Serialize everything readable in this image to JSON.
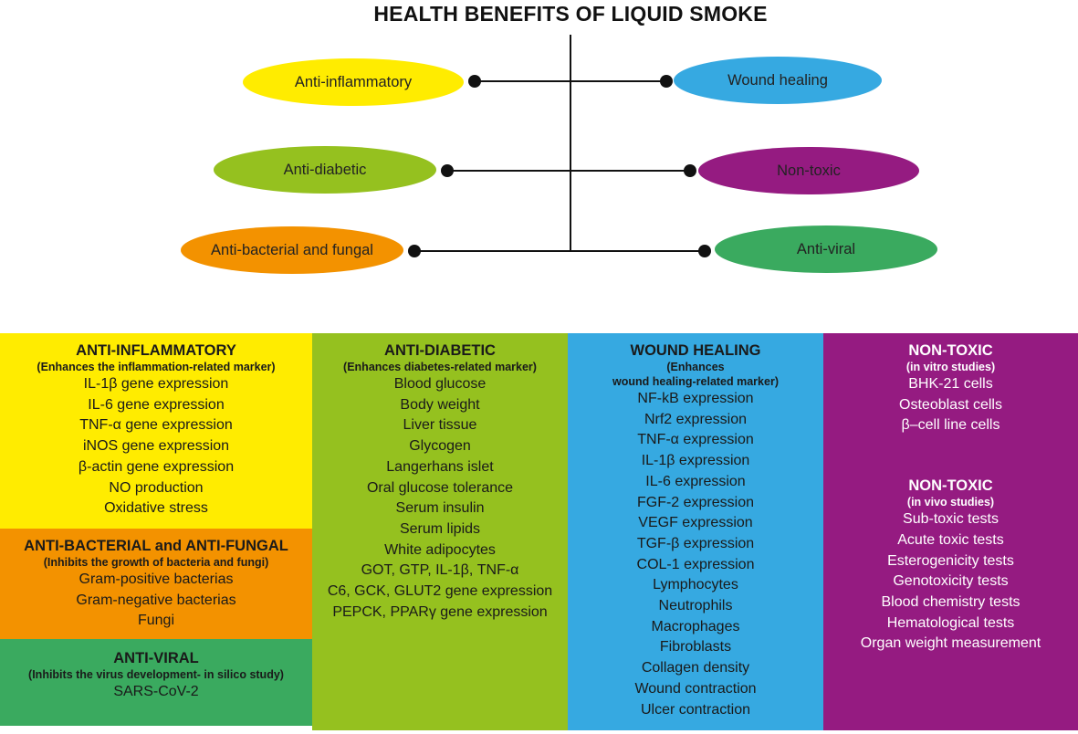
{
  "title": "HEALTH BENEFITS OF LIQUID SMOKE",
  "colors": {
    "yellow": "#ffec00",
    "lime": "#95c11f",
    "orange": "#f39200",
    "blue": "#36a9e1",
    "purple": "#951b81",
    "green": "#3aaa5f"
  },
  "ovals": {
    "anti_inflammatory": "Anti-inflammatory",
    "anti_diabetic": "Anti-diabetic",
    "anti_bacterial": "Anti-bacterial and fungal",
    "wound_healing": "Wound healing",
    "non_toxic": "Non-toxic",
    "anti_viral": "Anti-viral"
  },
  "panels": {
    "inflammatory": {
      "heading": "ANTI-INFLAMMATORY",
      "sub": "(Enhances the inflammation-related marker)",
      "items": [
        "IL-1β gene expression",
        "IL-6 gene expression",
        "TNF-α gene expression",
        "iNOS gene expression",
        "β-actin gene expression",
        "NO production",
        "Oxidative stress"
      ]
    },
    "bacterial": {
      "heading": "ANTI-BACTERIAL and ANTI-FUNGAL",
      "sub": "(Inhibits the growth of bacteria and fungi)",
      "items": [
        "Gram-positive bacterias",
        "Gram-negative bacterias",
        "Fungi"
      ]
    },
    "viral": {
      "heading": "ANTI-VIRAL",
      "sub": "(Inhibits the virus development- in silico study)",
      "items": [
        "SARS-CoV-2"
      ]
    },
    "diabetic": {
      "heading": "ANTI-DIABETIC",
      "sub": "(Enhances diabetes-related marker)",
      "items": [
        "Blood glucose",
        "Body weight",
        "Liver tissue",
        "Glycogen",
        "Langerhans islet",
        "Oral glucose tolerance",
        "Serum insulin",
        "Serum  lipids",
        "White adipocytes",
        "GOT, GTP, IL-1β, TNF-α",
        "C6, GCK, GLUT2 gene expression",
        "PEPCK, PPARγ gene expression"
      ]
    },
    "wound": {
      "heading": "WOUND HEALING",
      "sub_lines": [
        "(Enhances",
        "wound healing-related marker)"
      ],
      "items": [
        "NF-kB expression",
        "Nrf2 expression",
        "TNF-α expression",
        "IL-1β expression",
        "IL-6 expression",
        "FGF-2 expression",
        "VEGF expression",
        "TGF-β expression",
        "COL-1 expression",
        "Lymphocytes",
        "Neutrophils",
        "Macrophages",
        "Fibroblasts",
        "Collagen density",
        "Wound contraction",
        "Ulcer contraction"
      ]
    },
    "nontoxic_vitro": {
      "heading": "NON-TOXIC",
      "sub": "(in vitro studies)",
      "items": [
        "BHK-21 cells",
        "Osteoblast cells",
        "β–cell line cells"
      ]
    },
    "nontoxic_vivo": {
      "heading": "NON-TOXIC",
      "sub": "(in vivo studies)",
      "items": [
        "Sub-toxic tests",
        "Acute toxic tests",
        "Esterogenicity tests",
        "Genotoxicity tests",
        "Blood chemistry tests",
        "Hematological tests",
        "Organ weight measurement"
      ]
    }
  }
}
